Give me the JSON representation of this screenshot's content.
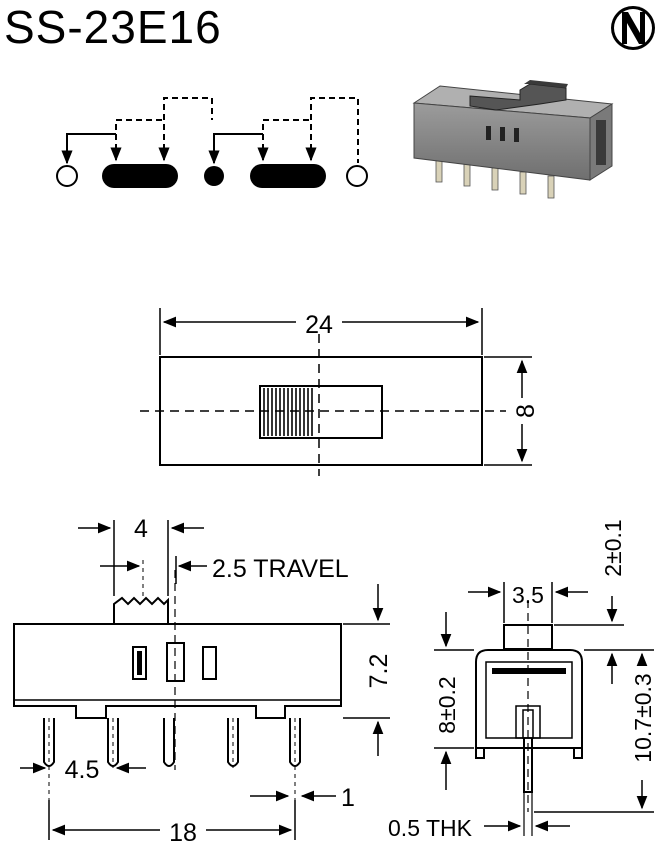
{
  "title": "SS-23E16",
  "logo": {
    "letter": "N",
    "icon": "brand-logo-icon"
  },
  "dimensions": {
    "length": "24",
    "width": "8",
    "actuator_width": "4",
    "travel": "2.5 TRAVEL",
    "height": "7.2",
    "pin_pitch": "4.5",
    "pin_width": "1",
    "pin_span": "18",
    "actuator_end_width": "3.5",
    "actuator_protrusion": "2±0.1",
    "body_height_end": "8±0.2",
    "total_height": "10.7±0.3",
    "pin_thickness": "0.5 THK"
  },
  "colors": {
    "line": "#000000",
    "body": "#8a8a8a",
    "pins": "#d9d2b8"
  }
}
